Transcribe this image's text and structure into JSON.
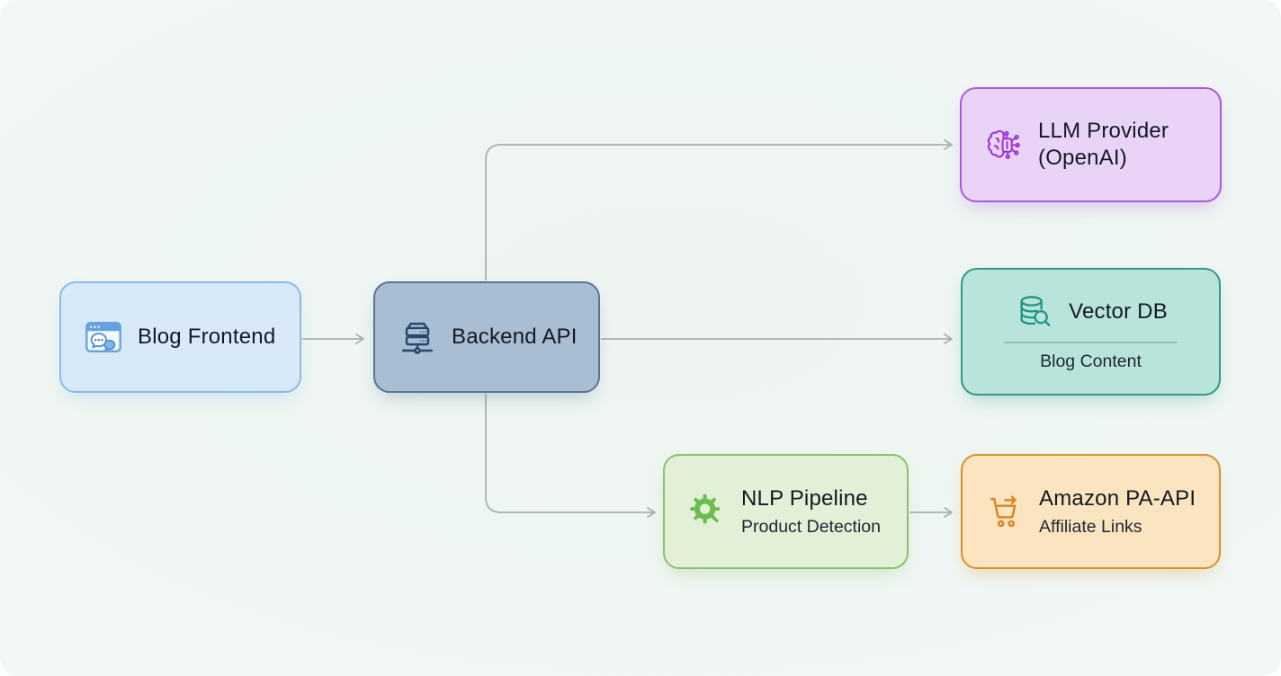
{
  "diagram": {
    "background_color": "#eff6f3",
    "edge_color": "#a7afb5",
    "nodes": [
      {
        "id": "blog-frontend",
        "title": "Blog Frontend",
        "icon": "browser-chat-icon",
        "bg": "#d8eafa",
        "border": "#87bce9",
        "icon_color": "#4a90d9"
      },
      {
        "id": "backend-api",
        "title": "Backend API",
        "icon": "server-network-icon",
        "bg": "#a9bdd3",
        "border": "#587691",
        "icon_color": "#27496d"
      },
      {
        "id": "llm-provider",
        "title": "LLM Provider (OpenAI)",
        "icon": "ai-brain-chip-icon",
        "bg": "#e9d4f8",
        "border": "#ab5ad9",
        "icon_color": "#9d36d3"
      },
      {
        "id": "vector-db",
        "title": "Vector DB",
        "subtitle": "Blog Content",
        "icon": "database-search-icon",
        "bg": "#b8e4db",
        "border": "#31998a",
        "icon_color": "#1f9486"
      },
      {
        "id": "nlp-pipeline",
        "title": "NLP Pipeline",
        "subtitle": "Product Detection",
        "icon": "gear-search-icon",
        "bg": "#e2f0d8",
        "border": "#8bc368",
        "icon_color": "#6cbd4f"
      },
      {
        "id": "amazon-pa-api",
        "title": "Amazon PA-API",
        "subtitle": "Affiliate Links",
        "icon": "shopping-cart-icon",
        "bg": "#fbe5c1",
        "border": "#d9912e",
        "icon_color": "#d9862a"
      }
    ],
    "edges": [
      {
        "from": "blog-frontend",
        "to": "backend-api"
      },
      {
        "from": "backend-api",
        "to": "llm-provider"
      },
      {
        "from": "backend-api",
        "to": "vector-db"
      },
      {
        "from": "backend-api",
        "to": "nlp-pipeline"
      },
      {
        "from": "nlp-pipeline",
        "to": "amazon-pa-api"
      }
    ]
  }
}
